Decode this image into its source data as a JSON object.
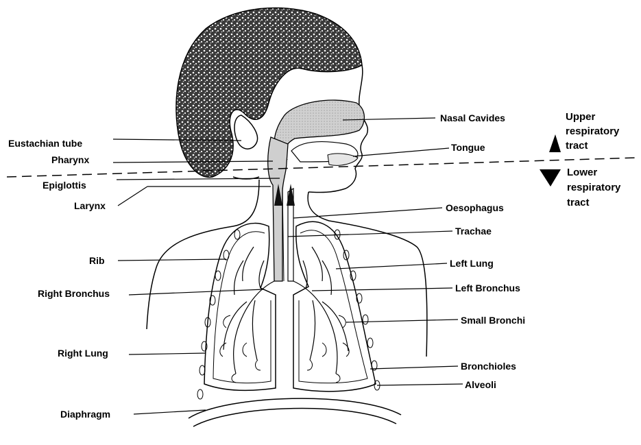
{
  "labels_left": {
    "eustachian_tube": "Eustachian tube",
    "pharynx": "Pharynx",
    "epiglottis": "Epiglottis",
    "larynx": "Larynx",
    "rib": "Rib",
    "right_bronchus": "Right Bronchus",
    "right_lung": "Right Lung",
    "diaphragm": "Diaphragm"
  },
  "labels_right": {
    "nasal_cavities": "Nasal Cavides",
    "tongue": "Tongue",
    "oesophagus": "Oesophagus",
    "trachae": "Trachae",
    "left_lung": "Left Lung",
    "left_bronchus": "Left Bronchus",
    "small_bronchi": "Small Bronchi",
    "bronchioles": "Bronchioles",
    "alveoli": "Alveoli"
  },
  "tract_legend": {
    "upper_line1": "Upper",
    "upper_line2": "respiratory",
    "upper_line3": "tract",
    "lower_line1": "Lower",
    "lower_line2": "respiratory",
    "lower_line3": "tract"
  },
  "colors": {
    "ink": "#000000",
    "airway_fill": "#c8c8c8",
    "hair_fill": "#2a2a2a",
    "background": "#ffffff"
  }
}
